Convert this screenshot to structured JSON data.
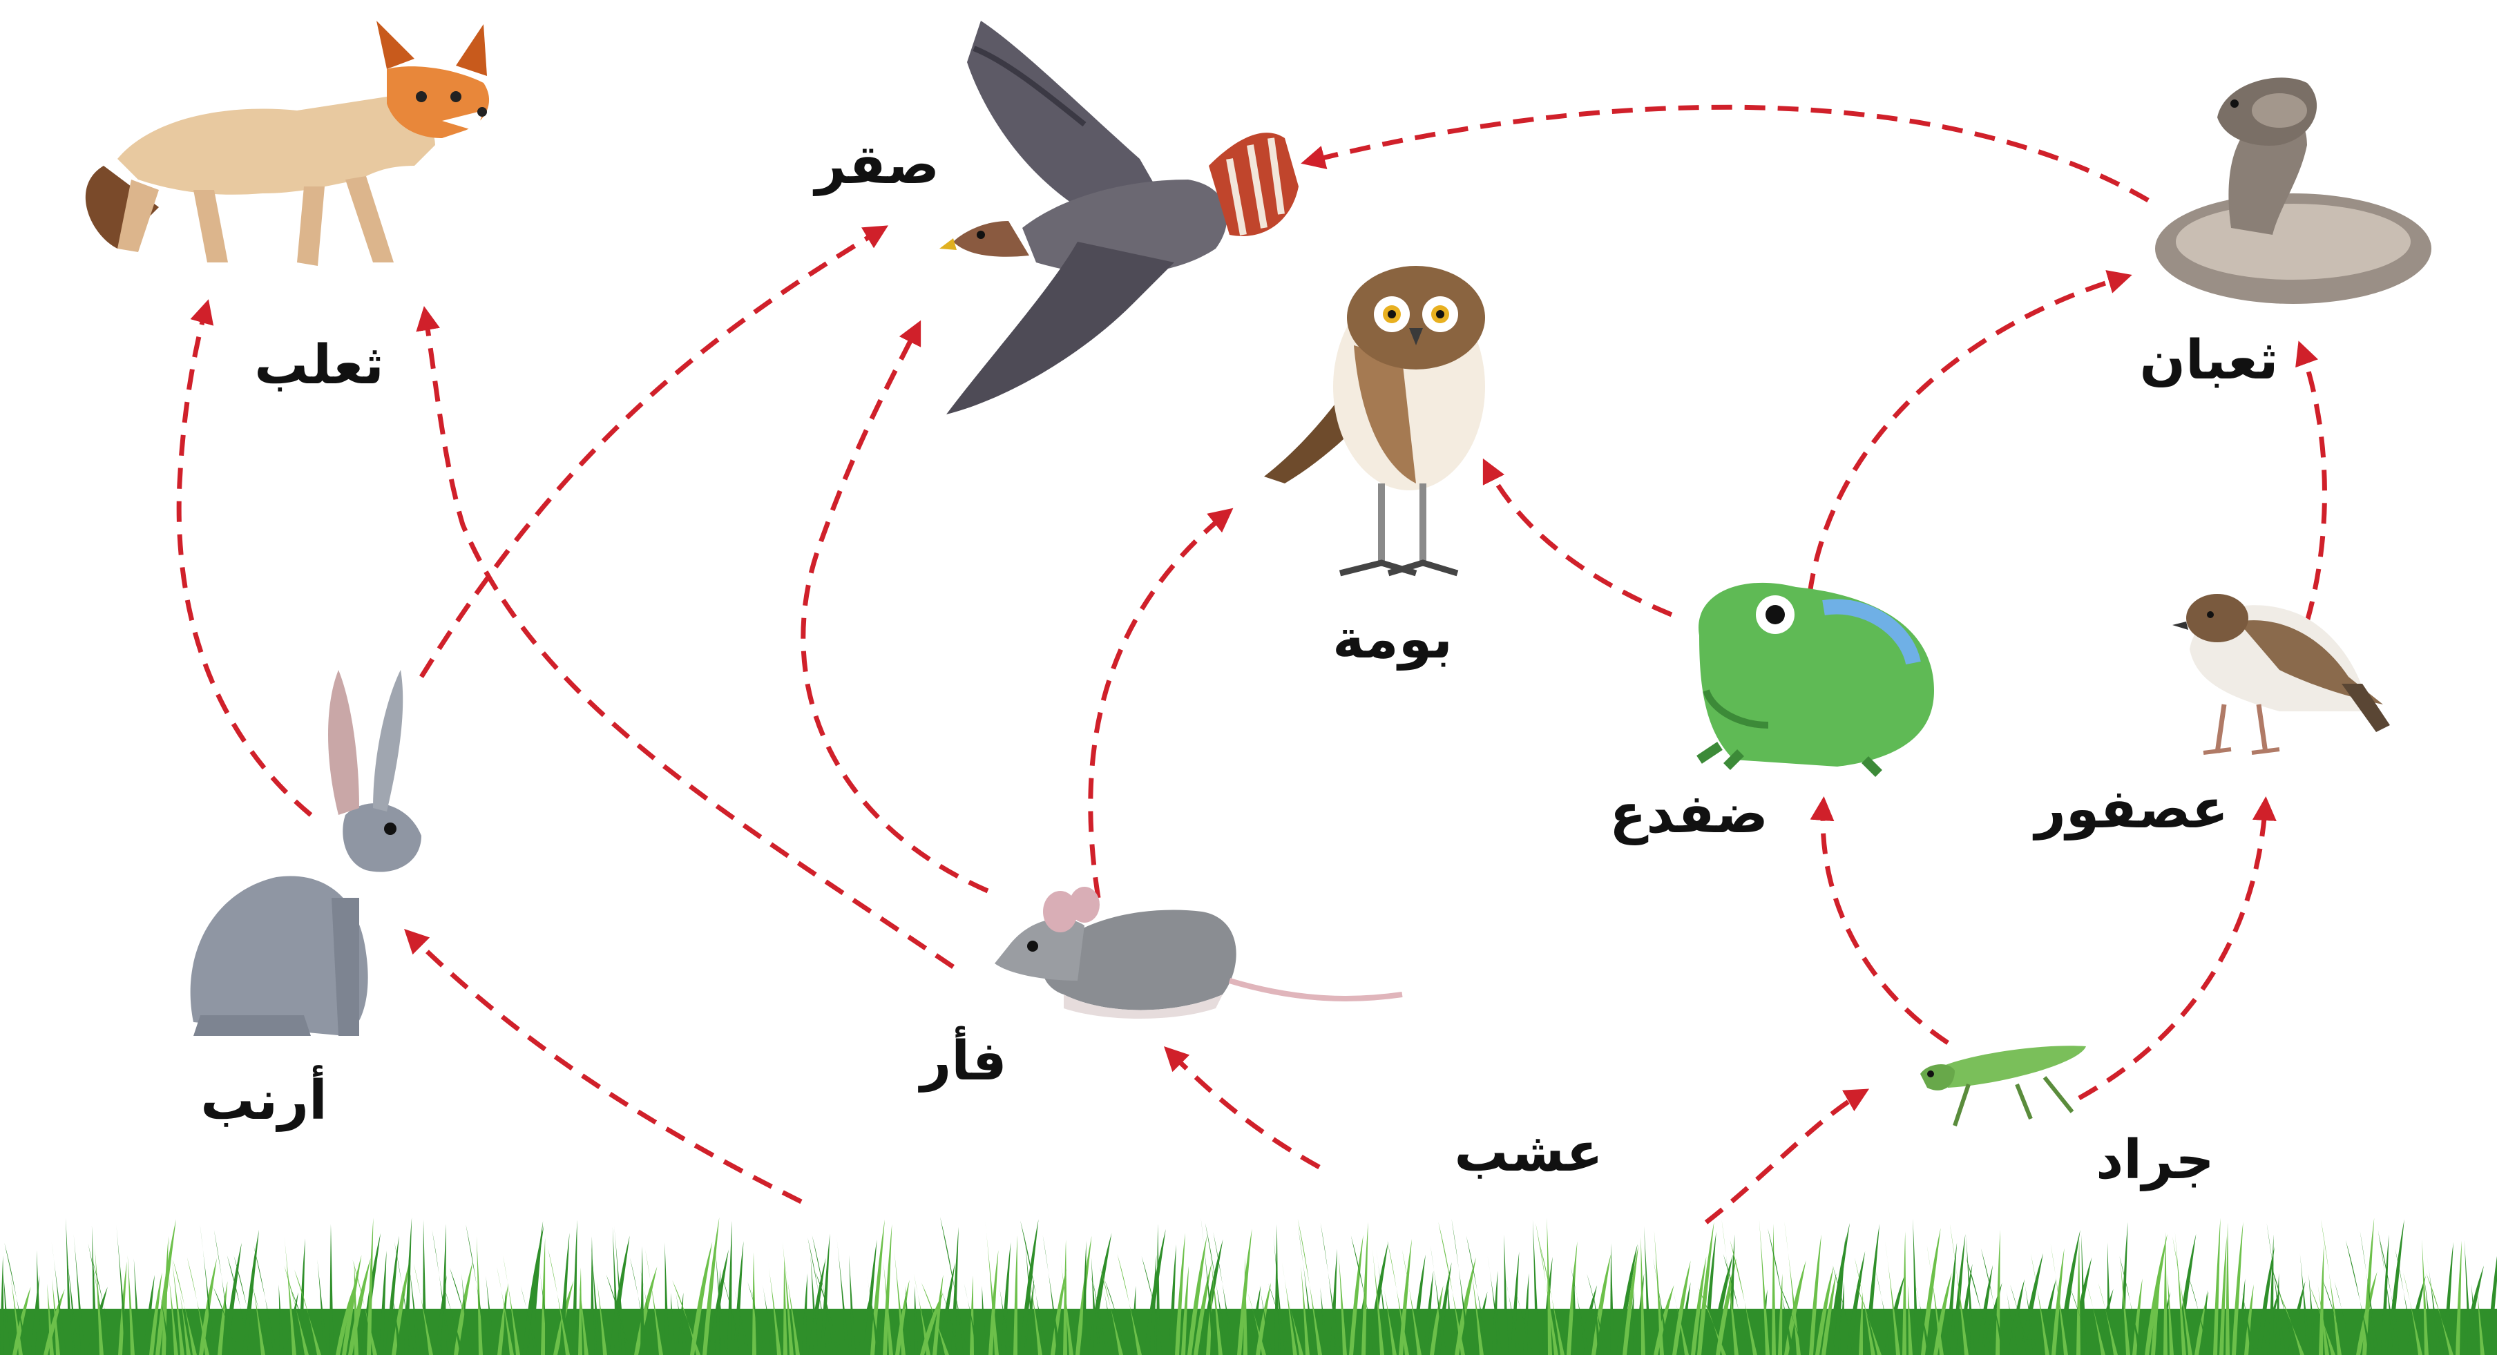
{
  "organisms": {
    "fox": {
      "label": "ثعلب",
      "icon": "fox-icon"
    },
    "falcon": {
      "label": "صقر",
      "icon": "falcon-icon"
    },
    "snake": {
      "label": "ثعبان",
      "icon": "snake-icon"
    },
    "owl": {
      "label": "بومة",
      "icon": "owl-icon"
    },
    "frog": {
      "label": "ضفدع",
      "icon": "frog-icon"
    },
    "sparrow": {
      "label": "عصفور",
      "icon": "sparrow-icon"
    },
    "rabbit": {
      "label": "أرنب",
      "icon": "rabbit-icon"
    },
    "mouse": {
      "label": "فأر",
      "icon": "mouse-icon"
    },
    "grasshopper": {
      "label": "جراد",
      "icon": "grasshopper-icon"
    },
    "grass": {
      "label": "عشب",
      "icon": "grass-icon"
    }
  },
  "colors": {
    "arrow": "#d0202a",
    "grass": "#2f8f2a",
    "grass_light": "#6cc04a"
  }
}
